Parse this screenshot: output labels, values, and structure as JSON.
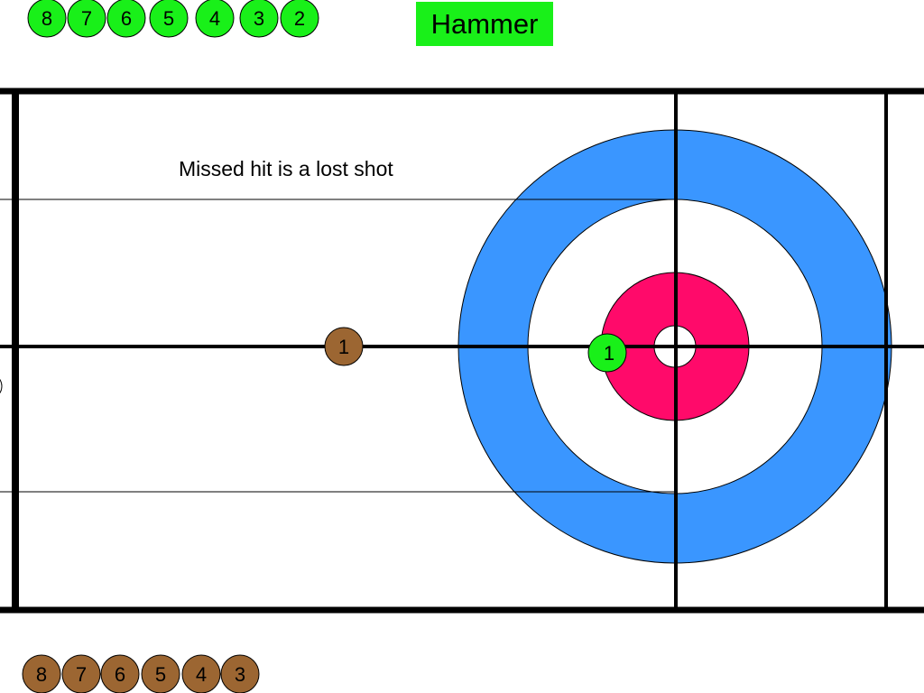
{
  "hammer_label": "Hammer",
  "note": "Missed hit is a lost shot",
  "colors": {
    "green_team": "#19f019",
    "brown_team": "#9c6632",
    "outer_ring": "#3a96ff",
    "button_ring": "#ff0a6a",
    "ice": "#ffffff",
    "lines": "#000000"
  },
  "green_team": {
    "queued_stones": [
      "8",
      "7",
      "6",
      "5",
      "4",
      "3",
      "2"
    ],
    "stones_in_play": [
      "1"
    ]
  },
  "brown_team": {
    "queued_stones": [
      "8",
      "7",
      "6",
      "5",
      "4",
      "3"
    ],
    "stones_in_play": [
      "1"
    ]
  }
}
